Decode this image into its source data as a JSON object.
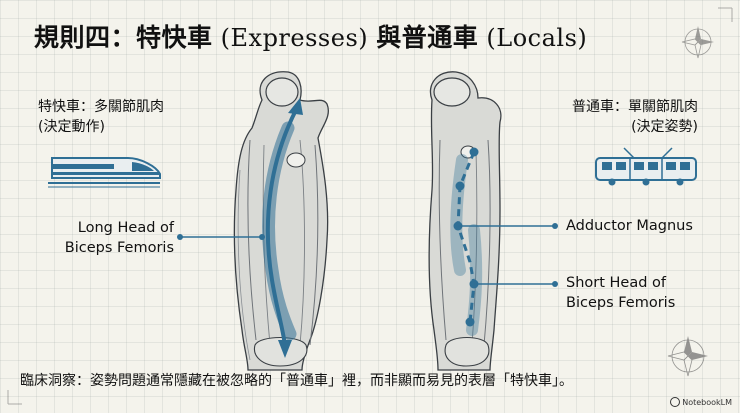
{
  "title": {
    "prefix": "規則四：特快車",
    "expresses": " (Expresses) ",
    "middle": "與普通車",
    "locals": " (Locals)"
  },
  "left_group": {
    "heading": "特快車：多關節肌肉",
    "subheading": "(決定動作)",
    "muscle_label_line1": "Long Head of",
    "muscle_label_line2": "Biceps Femoris",
    "icon": "express-train-icon"
  },
  "right_group": {
    "heading": "普通車：單關節肌肉",
    "subheading": "(決定姿勢)",
    "muscle_label_1": "Adductor Magnus",
    "muscle_label_2_line1": "Short Head of",
    "muscle_label_2_line2": "Biceps Femoris",
    "icon": "tram-icon"
  },
  "footer": "臨床洞察：姿勢問題通常隱藏在被忽略的「普通車」裡，而非顯而易見的表層「特快車」。",
  "badge": "NotebookLM",
  "colors": {
    "accent": "#2f6f95",
    "ink": "#111111",
    "background": "#f4f3ec"
  }
}
